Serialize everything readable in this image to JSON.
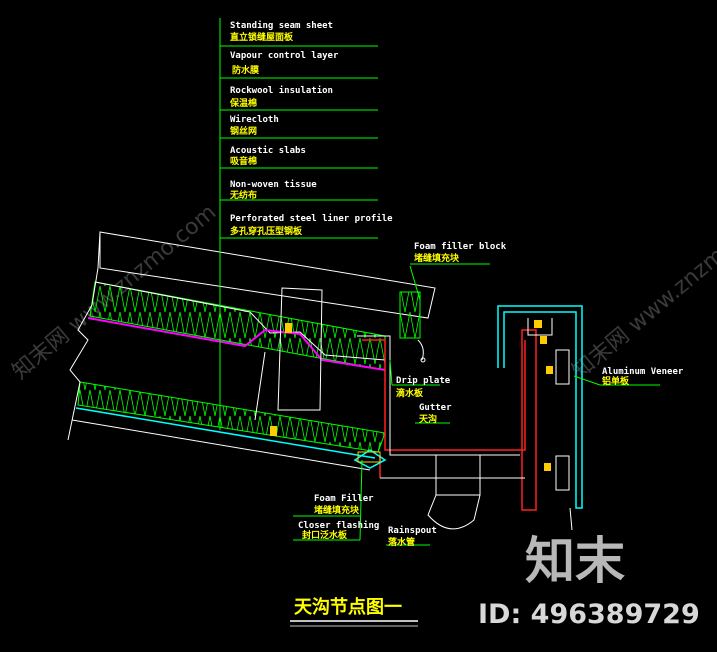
{
  "labels": {
    "standing_seam_en": "Standing seam sheet",
    "standing_seam_cn": "直立锁缝屋面板",
    "vapour_en": "Vapour control layer",
    "vapour_cn": "防水膜",
    "rockwool_en": "Rockwool insulation",
    "rockwool_cn": "保温棉",
    "wirecloth_en": "Wirecloth",
    "wirecloth_cn": "钢丝网",
    "acoustic_en": "Acoustic slabs",
    "acoustic_cn": "吸音棉",
    "nonwoven_en": "Non-woven tissue",
    "nonwoven_cn": "无纺布",
    "perforated_en": "Perforated steel liner profile",
    "perforated_cn": "多孔穿孔压型钢板",
    "foam_block_en": "Foam filler block",
    "foam_block_cn": "堵缝填充块",
    "drip_en": "Drip plate",
    "drip_cn": "滴水板",
    "gutter_en": "Gutter",
    "gutter_cn": "天沟",
    "alu_en": "Aluminum Veneer",
    "alu_cn": "铝单板",
    "foam_filler_en": "Foam Filler",
    "foam_filler_cn": "堵缝填充块",
    "closer_en": "Closer flashing",
    "closer_cn": "封口泛水板",
    "rainspout_en": "Rainspout",
    "rainspout_cn": "落水管"
  },
  "title": "天沟节点图一",
  "watermark": {
    "site": "知末网 www.znzmo.com",
    "brand": "知末",
    "id": "ID: 496389729"
  },
  "colors": {
    "background": "#000000",
    "leader": "#00ff00",
    "insulation": "#00ff00",
    "membrane": "#ff00ff",
    "gutter": "#ff2020",
    "fascia": "#00ffff",
    "outline": "#ffffff",
    "label_cn": "#ffff00"
  }
}
